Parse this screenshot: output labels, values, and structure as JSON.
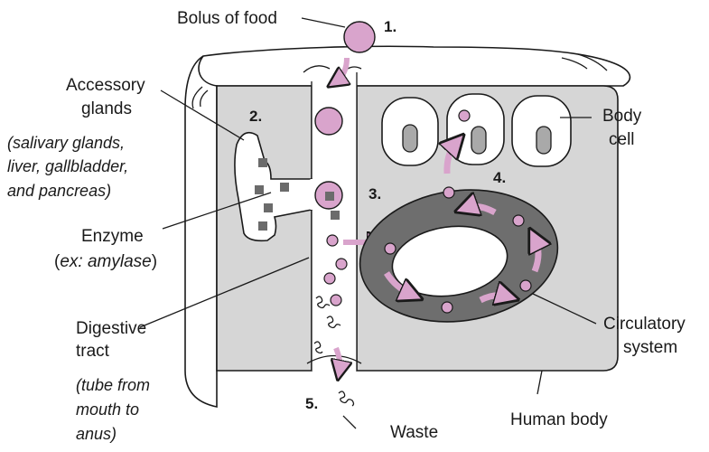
{
  "labels": {
    "bolus": "Bolus of food",
    "accessory_1": "Accessory",
    "accessory_2": "glands",
    "accessory_examples": [
      "(salivary glands,",
      "liver, gallbladder,",
      "and pancreas)"
    ],
    "enzyme": "Enzyme",
    "enzyme_example_open": "(",
    "enzyme_example_ex": "ex:  amylase",
    "enzyme_example_close": ")",
    "digestive_1": "Digestive",
    "digestive_2": "tract",
    "digestive_desc": [
      "(tube from",
      "mouth to",
      "anus)"
    ],
    "waste": "Waste",
    "human_body": "Human body",
    "circulatory_1": "Circulatory",
    "circulatory_2": "system",
    "body_cell_1": "Body",
    "body_cell_2": "cell"
  },
  "steps": [
    "1.",
    "2.",
    "3.",
    "4.",
    "5."
  ],
  "colors": {
    "body_fill": "#d6d6d6",
    "vessel_fill": "#6e6e6e",
    "nutrient_fill": "#d9a4cc",
    "enzyme_fill": "#6b6b6b",
    "outline": "#1a1a1a"
  }
}
